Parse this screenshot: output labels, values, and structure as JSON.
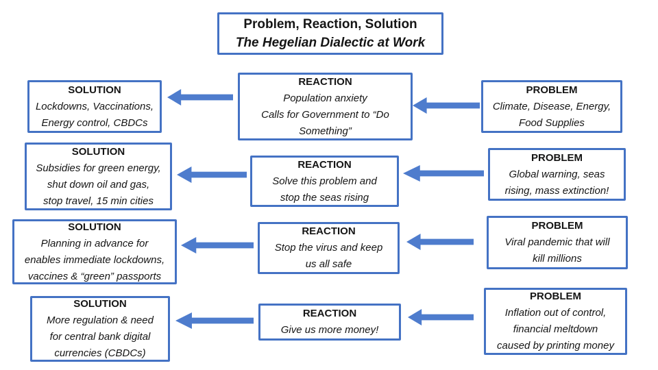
{
  "title": {
    "line1": "Problem, Reaction, Solution",
    "line2": "The Hegelian Dialectic at Work"
  },
  "colors": {
    "box_border": "#4472C4",
    "arrow_fill": "#4E7CCD",
    "text": "#151515",
    "background": "#FFFFFF"
  },
  "rows": [
    {
      "solution": {
        "heading": "SOLUTION",
        "body": "Lockdowns, Vaccinations,\nEnergy control, CBDCs"
      },
      "reaction": {
        "heading": "REACTION",
        "body": "Population anxiety\nCalls for Government to “Do\nSomething”"
      },
      "problem": {
        "heading": "PROBLEM",
        "body": "Climate, Disease, Energy,\nFood Supplies"
      }
    },
    {
      "solution": {
        "heading": "SOLUTION",
        "body": "Subsidies for green energy,\nshut down oil and gas,\nstop travel, 15 min cities"
      },
      "reaction": {
        "heading": "REACTION",
        "body": "Solve this problem and\nstop the seas rising"
      },
      "problem": {
        "heading": "PROBLEM",
        "body": "Global warning, seas\nrising, mass extinction!"
      }
    },
    {
      "solution": {
        "heading": "SOLUTION",
        "body": "Planning in advance for\nenables immediate lockdowns,\nvaccines & “green” passports"
      },
      "reaction": {
        "heading": "REACTION",
        "body": "Stop the virus and keep\nus all safe"
      },
      "problem": {
        "heading": "PROBLEM",
        "body": "Viral pandemic  that will\nkill millions"
      }
    },
    {
      "solution": {
        "heading": "SOLUTION",
        "body": "More regulation & need\nfor central bank digital\ncurrencies (CBDCs)"
      },
      "reaction": {
        "heading": "REACTION",
        "body": "Give us more money!"
      },
      "problem": {
        "heading": "PROBLEM",
        "body": "Inflation out of control,\nfinancial meltdown\ncaused by printing money"
      }
    }
  ]
}
